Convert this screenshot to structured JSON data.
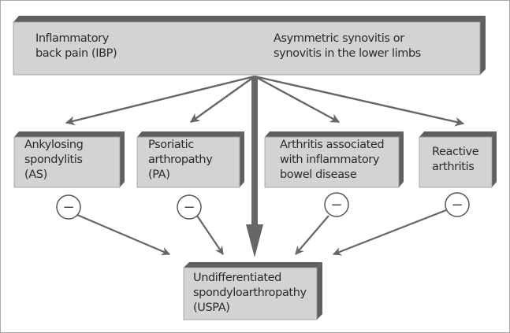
{
  "diagram": {
    "type": "flowchart",
    "colors": {
      "box_face": "#d2d3d5",
      "box_edge": "#5f5f5f",
      "arrow": "#666666",
      "text": "#2a2a2a"
    },
    "top_box": {
      "left_text": "Inflammatory\nback pain (IBP)",
      "right_text": "Asymmetric synovitis or\nsynovitis in the lower limbs"
    },
    "middle_boxes": [
      {
        "id": "as",
        "text": "Ankylosing\nspondylitis\n(AS)"
      },
      {
        "id": "pa",
        "text": "Psoriatic\narthropathy\n(PA)"
      },
      {
        "id": "ibd",
        "text": "Arthritis associated\nwith inflammatory\nbowel disease"
      },
      {
        "id": "ra",
        "text": "Reactive\narthritis"
      }
    ],
    "exclusion_symbol": "−",
    "bottom_box": {
      "text": "Undifferentiated\nspondyloarthropathy\n(USPA)"
    },
    "edges": [
      {
        "from": "top",
        "to": "as",
        "style": "thin"
      },
      {
        "from": "top",
        "to": "pa",
        "style": "thin"
      },
      {
        "from": "top",
        "to": "ibd",
        "style": "thin"
      },
      {
        "from": "top",
        "to": "ra",
        "style": "thin"
      },
      {
        "from": "top",
        "to": "uspa",
        "style": "thick"
      },
      {
        "from": "as",
        "to": "uspa",
        "style": "thin",
        "label": "−"
      },
      {
        "from": "pa",
        "to": "uspa",
        "style": "thin",
        "label": "−"
      },
      {
        "from": "ibd",
        "to": "uspa",
        "style": "thin",
        "label": "−"
      },
      {
        "from": "ra",
        "to": "uspa",
        "style": "thin",
        "label": "−"
      }
    ]
  }
}
